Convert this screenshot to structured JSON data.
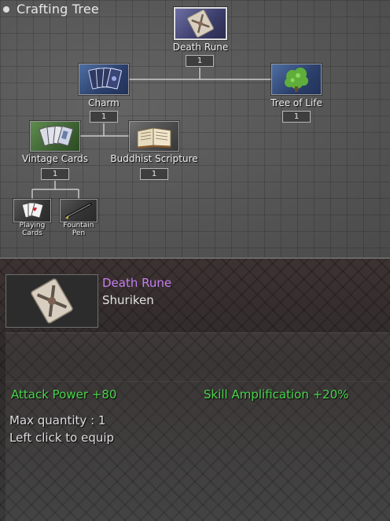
{
  "header": {
    "title": "Crafting Tree"
  },
  "tree": {
    "death_rune": {
      "label": "Death Rune",
      "qty": "1"
    },
    "charm": {
      "label": "Charm",
      "qty": "1"
    },
    "tree_of_life": {
      "label": "Tree of Life",
      "qty": "1"
    },
    "vintage_cards": {
      "label": "Vintage Cards",
      "qty": "1"
    },
    "buddhist_scripture": {
      "label": "Buddhist Scripture",
      "qty": "1"
    },
    "playing_cards": {
      "label_line1": "Playing",
      "label_line2": "Cards"
    },
    "fountain_pen": {
      "label_line1": "Fountain",
      "label_line2": "Pen"
    }
  },
  "details": {
    "name": "Death Rune",
    "type": "Shuriken",
    "stats": {
      "attack_power": "Attack Power +80",
      "skill_amplification": "Skill Amplification +20%"
    },
    "max_quantity": "Max quantity : 1",
    "hint": "Left click to equip"
  },
  "colors": {
    "item_name": "#c57ef0",
    "stat_green": "#49d64a",
    "panel_bg": "#575757"
  }
}
